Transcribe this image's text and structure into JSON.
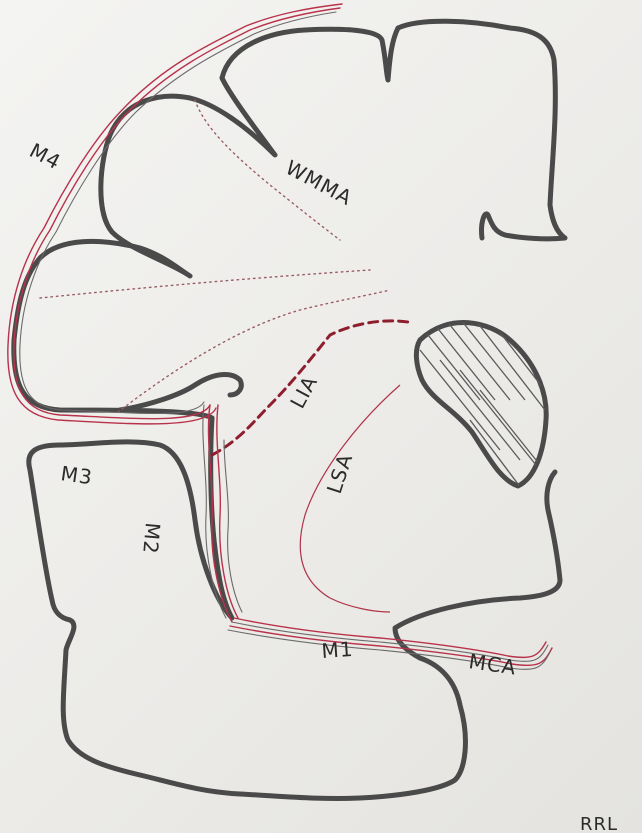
{
  "labels": {
    "m4": "M4",
    "wmma": "WMMA",
    "lia": "LIA",
    "lsa": "LSA",
    "m3": "M3",
    "m2": "M2",
    "m1": "M1",
    "mca": "MCA",
    "signature": "RRL"
  },
  "colors": {
    "outline": "#4a4a4a",
    "vessel": "#b8324a",
    "paper": "#eeeeeb"
  }
}
